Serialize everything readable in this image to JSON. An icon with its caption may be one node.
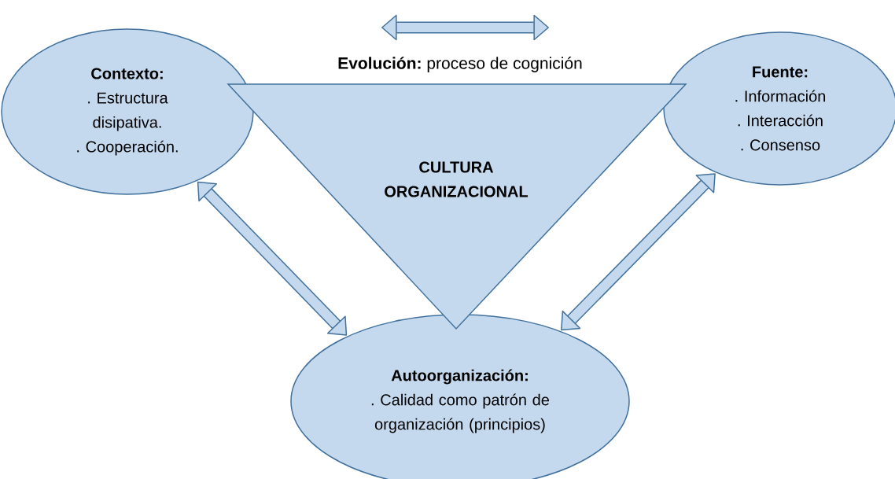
{
  "diagram": {
    "nodes": [
      {
        "text": [
          "Contexto:",
          ". Estructura disipativa.",
          ". Cooperación."
        ]
      },
      {
        "text": [
          "**Evolución:** proceso de cognición",
          "CULTURA ORGANIZACIONAL"
        ]
      },
      {
        "text": [
          "Fuente:",
          ". Información",
          ". Interacción",
          ". Consenso"
        ]
      },
      {
        "text": [
          "Autoorganización:",
          ". Calidad como patrón de organización (principios)"
        ]
      }
    ],
    "edges": [
      {
        "from": 0,
        "to": 3,
        "arrow": "both"
      },
      {
        "from": 3,
        "to": 2,
        "arrow": "both"
      }
    ]
  }
}
